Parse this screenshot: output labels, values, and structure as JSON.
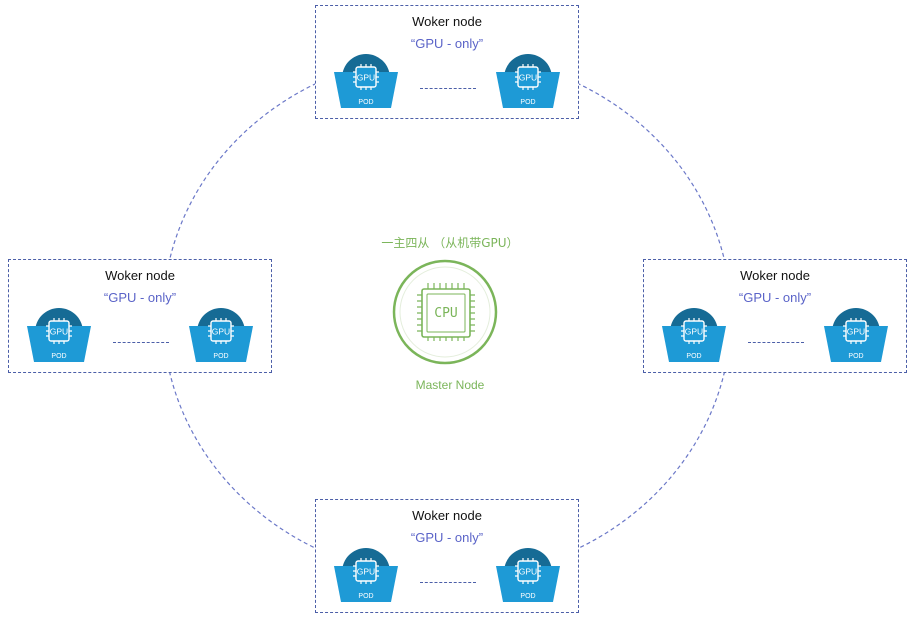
{
  "master": {
    "caption": "一主四从 （从机带GPU）",
    "chip_label": "CPU",
    "label": "Master Node",
    "color": "#7bb55a"
  },
  "worker_nodes": [
    {
      "title": "Woker node",
      "subtitle": "“GPU - only”",
      "pods": [
        {
          "chip": "GPU",
          "label": "POD"
        },
        {
          "chip": "GPU",
          "label": "POD"
        }
      ]
    },
    {
      "title": "Woker node",
      "subtitle": "“GPU - only”",
      "pods": [
        {
          "chip": "GPU",
          "label": "POD"
        },
        {
          "chip": "GPU",
          "label": "POD"
        }
      ]
    },
    {
      "title": "Woker node",
      "subtitle": "“GPU - only”",
      "pods": [
        {
          "chip": "GPU",
          "label": "POD"
        },
        {
          "chip": "GPU",
          "label": "POD"
        }
      ]
    },
    {
      "title": "Woker node",
      "subtitle": "“GPU - only”",
      "pods": [
        {
          "chip": "GPU",
          "label": "POD"
        },
        {
          "chip": "GPU",
          "label": "POD"
        }
      ]
    }
  ],
  "colors": {
    "pod_body": "#1e9ad6",
    "pod_dome": "#166b95",
    "dashed_line": "#4c5fa8",
    "subtitle": "#5b64c8"
  },
  "icons": {
    "pod": "pod-icon",
    "gpu_chip": "gpu-chip-icon",
    "cpu_chip": "cpu-chip-icon"
  }
}
